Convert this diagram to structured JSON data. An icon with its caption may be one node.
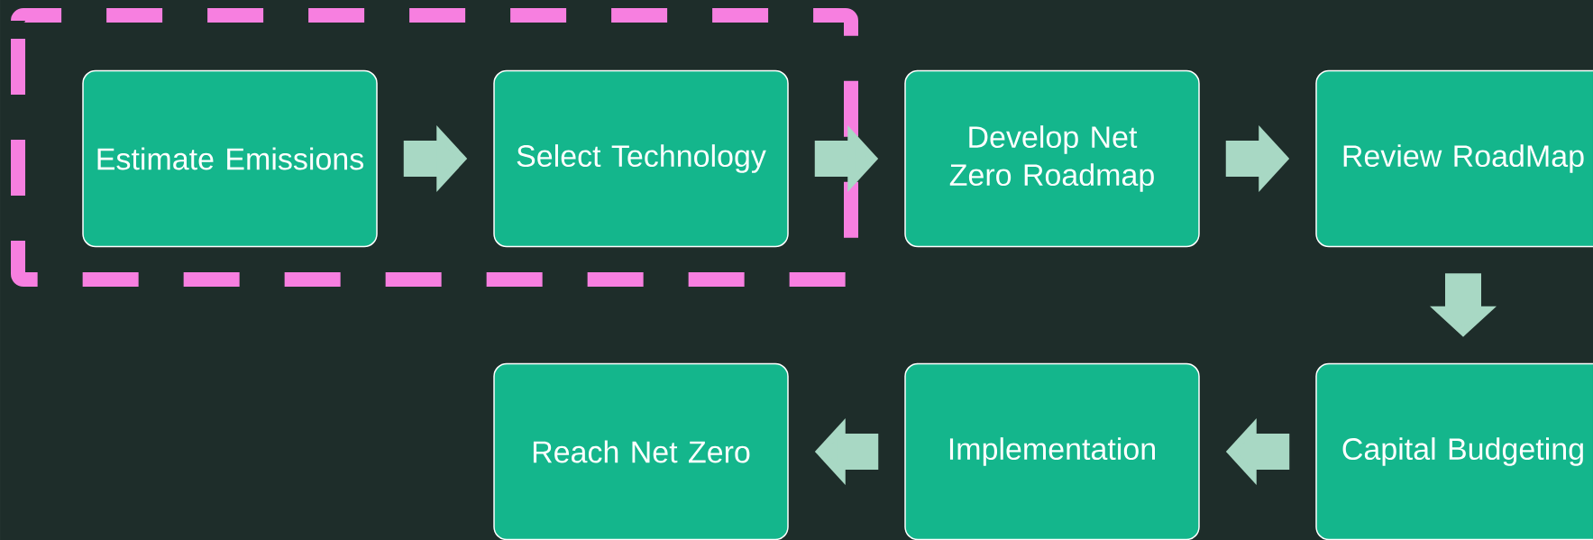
{
  "diagram": {
    "nodes": [
      {
        "text": [
          "Estimate Emissions"
        ]
      },
      {
        "text": [
          "Select Technology"
        ]
      },
      {
        "text": [
          "Develop Net Zero Roadmap"
        ]
      },
      {
        "text": [
          "Review RoadMap"
        ]
      },
      {
        "text": [
          "Capital Budgeting"
        ]
      },
      {
        "text": [
          "Implementation"
        ]
      },
      {
        "text": [
          "Reach Net Zero"
        ]
      }
    ],
    "edges": [
      {
        "from": 0,
        "to": 1,
        "arrow": "to"
      },
      {
        "from": 1,
        "to": 2,
        "arrow": "to"
      },
      {
        "from": 2,
        "to": 3,
        "arrow": "to"
      },
      {
        "from": 3,
        "to": 4,
        "arrow": "to"
      },
      {
        "from": 4,
        "to": 5,
        "arrow": "to"
      },
      {
        "from": 5,
        "to": 6,
        "arrow": "to"
      }
    ]
  }
}
